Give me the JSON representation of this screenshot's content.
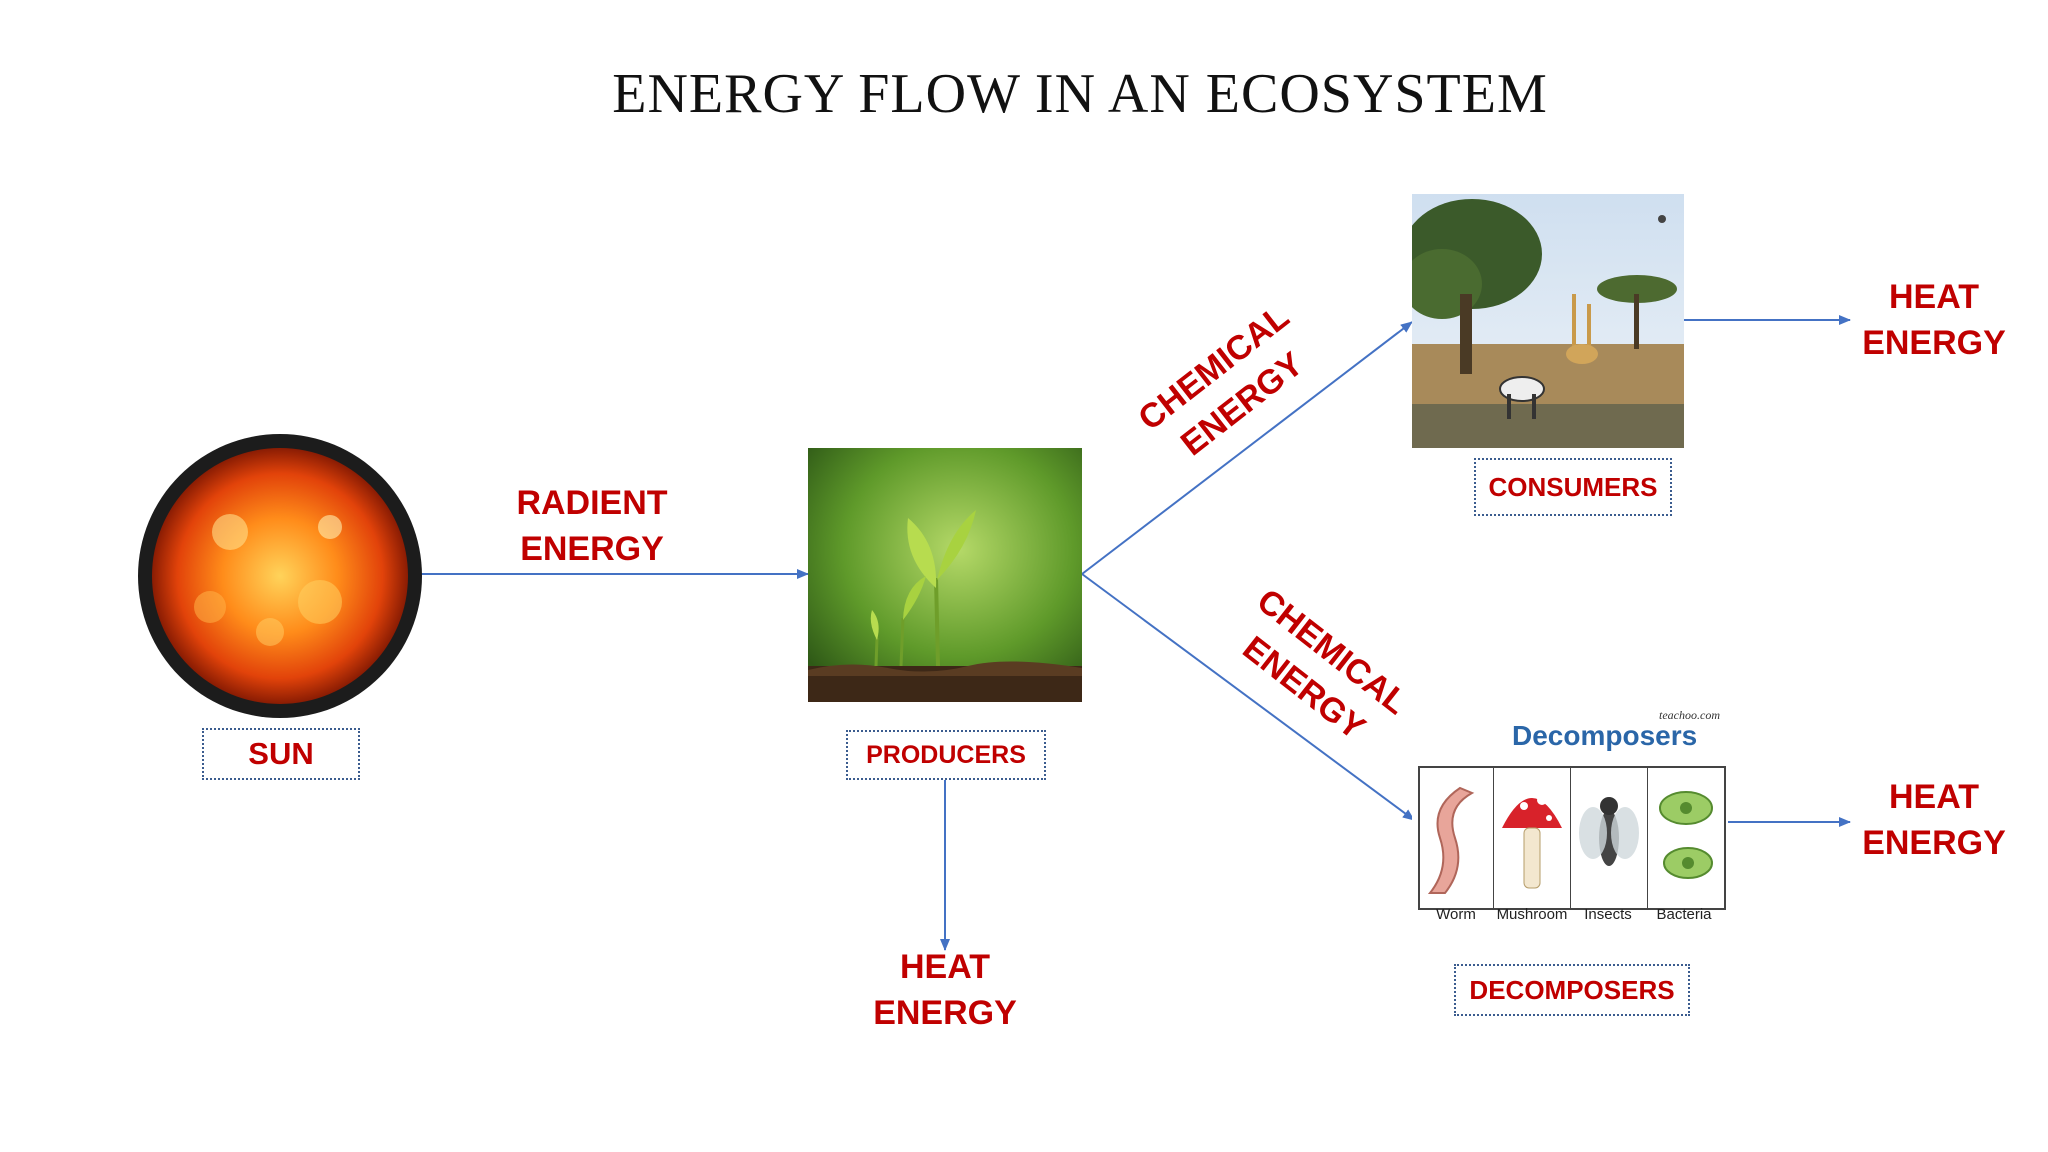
{
  "title": "ENERGY FLOW IN AN ECOSYSTEM",
  "nodes": {
    "sun": "SUN",
    "producers": "PRODUCERS",
    "consumers": "CONSUMERS",
    "decomposers": "DECOMPOSERS"
  },
  "energy": {
    "radient": [
      "RADIENT",
      "ENERGY"
    ],
    "chemical_top": [
      "CHEMICAL",
      "ENERGY"
    ],
    "chemical_bottom": [
      "CHEMICAL",
      "ENERGY"
    ],
    "heat_consumers": [
      "HEAT",
      "ENERGY"
    ],
    "heat_decomposers": [
      "HEAT",
      "ENERGY"
    ],
    "heat_producers": [
      "HEAT",
      "ENERGY"
    ]
  },
  "decomposer_panel": {
    "heading": "Decomposers",
    "source": "teachoo.com",
    "items": [
      "Worm",
      "Mushroom",
      "Insects",
      "Bacteria"
    ]
  },
  "colors": {
    "energy_text": "#c00000",
    "arrow": "#4472c4",
    "box_border": "#3b5c8f"
  }
}
